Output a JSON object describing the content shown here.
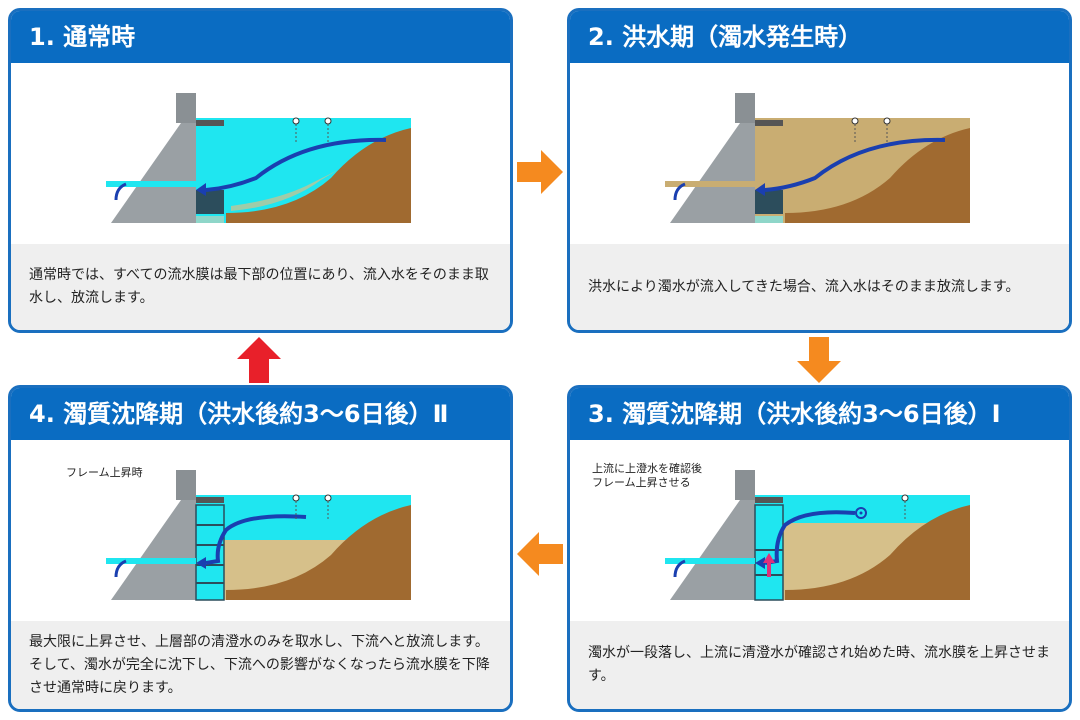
{
  "panels": [
    {
      "id": "normal",
      "title": "1. 通常時",
      "desc": "通常時では、すべての流水膜は最下部の位置にあり、流入水をそのまま取水し、放流します。",
      "note": ""
    },
    {
      "id": "flood",
      "title": "2. 洪水期（濁水発生時）",
      "desc": "洪水により濁水が流入してきた場合、流入水はそのまま放流します。",
      "note": ""
    },
    {
      "id": "settle1",
      "title": "3. 濁質沈降期（洪水後約3～6日後）Ⅰ",
      "desc": "濁水が一段落し、上流に清澄水が確認され始めた時、流水膜を上昇させます。",
      "note": "上流に上澄水を確認後\nフレーム上昇させる"
    },
    {
      "id": "settle2",
      "title": "4. 濁質沈降期（洪水後約3～6日後）Ⅱ",
      "desc": "最大限に上昇させ、上層部の清澄水のみを取水し、下流へと放流します。そして、濁水が完全に沈下し、下流への影響がなくなったら流水膜を下降させ通常時に戻ります。",
      "note": "フレーム上昇時"
    }
  ],
  "colors": {
    "header": "#0a6cc2",
    "border": "#1a6fbf",
    "clear_water": "#1fe6f0",
    "turbid_water": "#c9ad72",
    "soil": "#a06a30",
    "flow_arrow": "#1a3fb0",
    "process_arrow": "#f58a1f",
    "return_arrow": "#e8202a"
  },
  "icons": {
    "process_arrow": "orange-arrow-icon",
    "return_arrow": "red-arrow-icon"
  }
}
